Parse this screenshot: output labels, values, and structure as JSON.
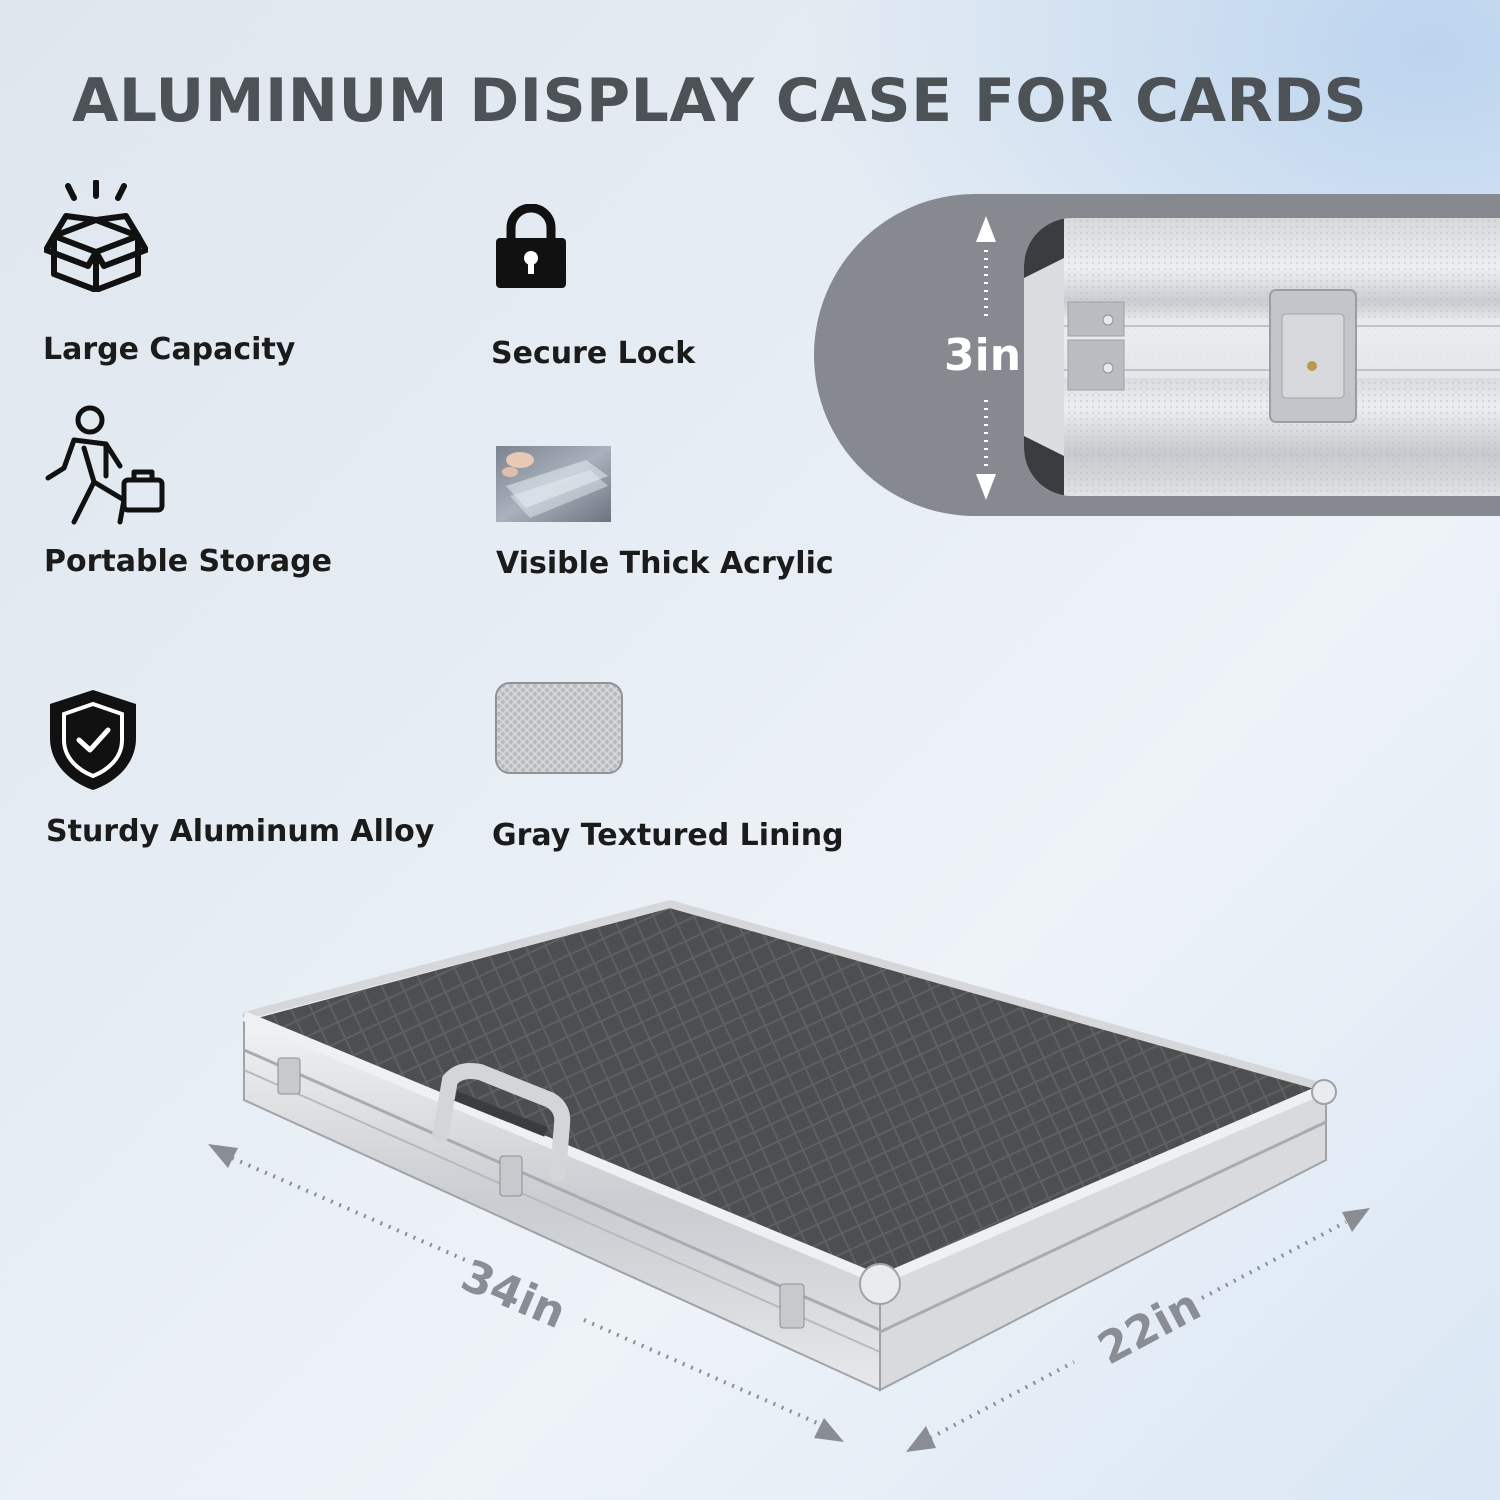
{
  "title": "ALUMINUM DISPLAY CASE FOR CARDS",
  "features": [
    {
      "label": "Large Capacity",
      "icon": "open-box-icon"
    },
    {
      "label": "Secure Lock",
      "icon": "padlock-icon"
    },
    {
      "label": "Portable Storage",
      "icon": "person-carrying-case-icon"
    },
    {
      "label": "Visible Thick Acrylic",
      "icon": "acrylic-sheet-photo"
    },
    {
      "label": "Sturdy Aluminum Alloy",
      "icon": "shield-check-icon"
    },
    {
      "label": "Gray Textured Lining",
      "icon": "textured-lining-swatch"
    }
  ],
  "dimensions": {
    "height": "3in",
    "length": "34in",
    "width": "22in"
  },
  "colors": {
    "title": "#4d5257",
    "label": "#1b1b1b",
    "panel": "#868a90",
    "dimension_text": "#8a8e94"
  }
}
